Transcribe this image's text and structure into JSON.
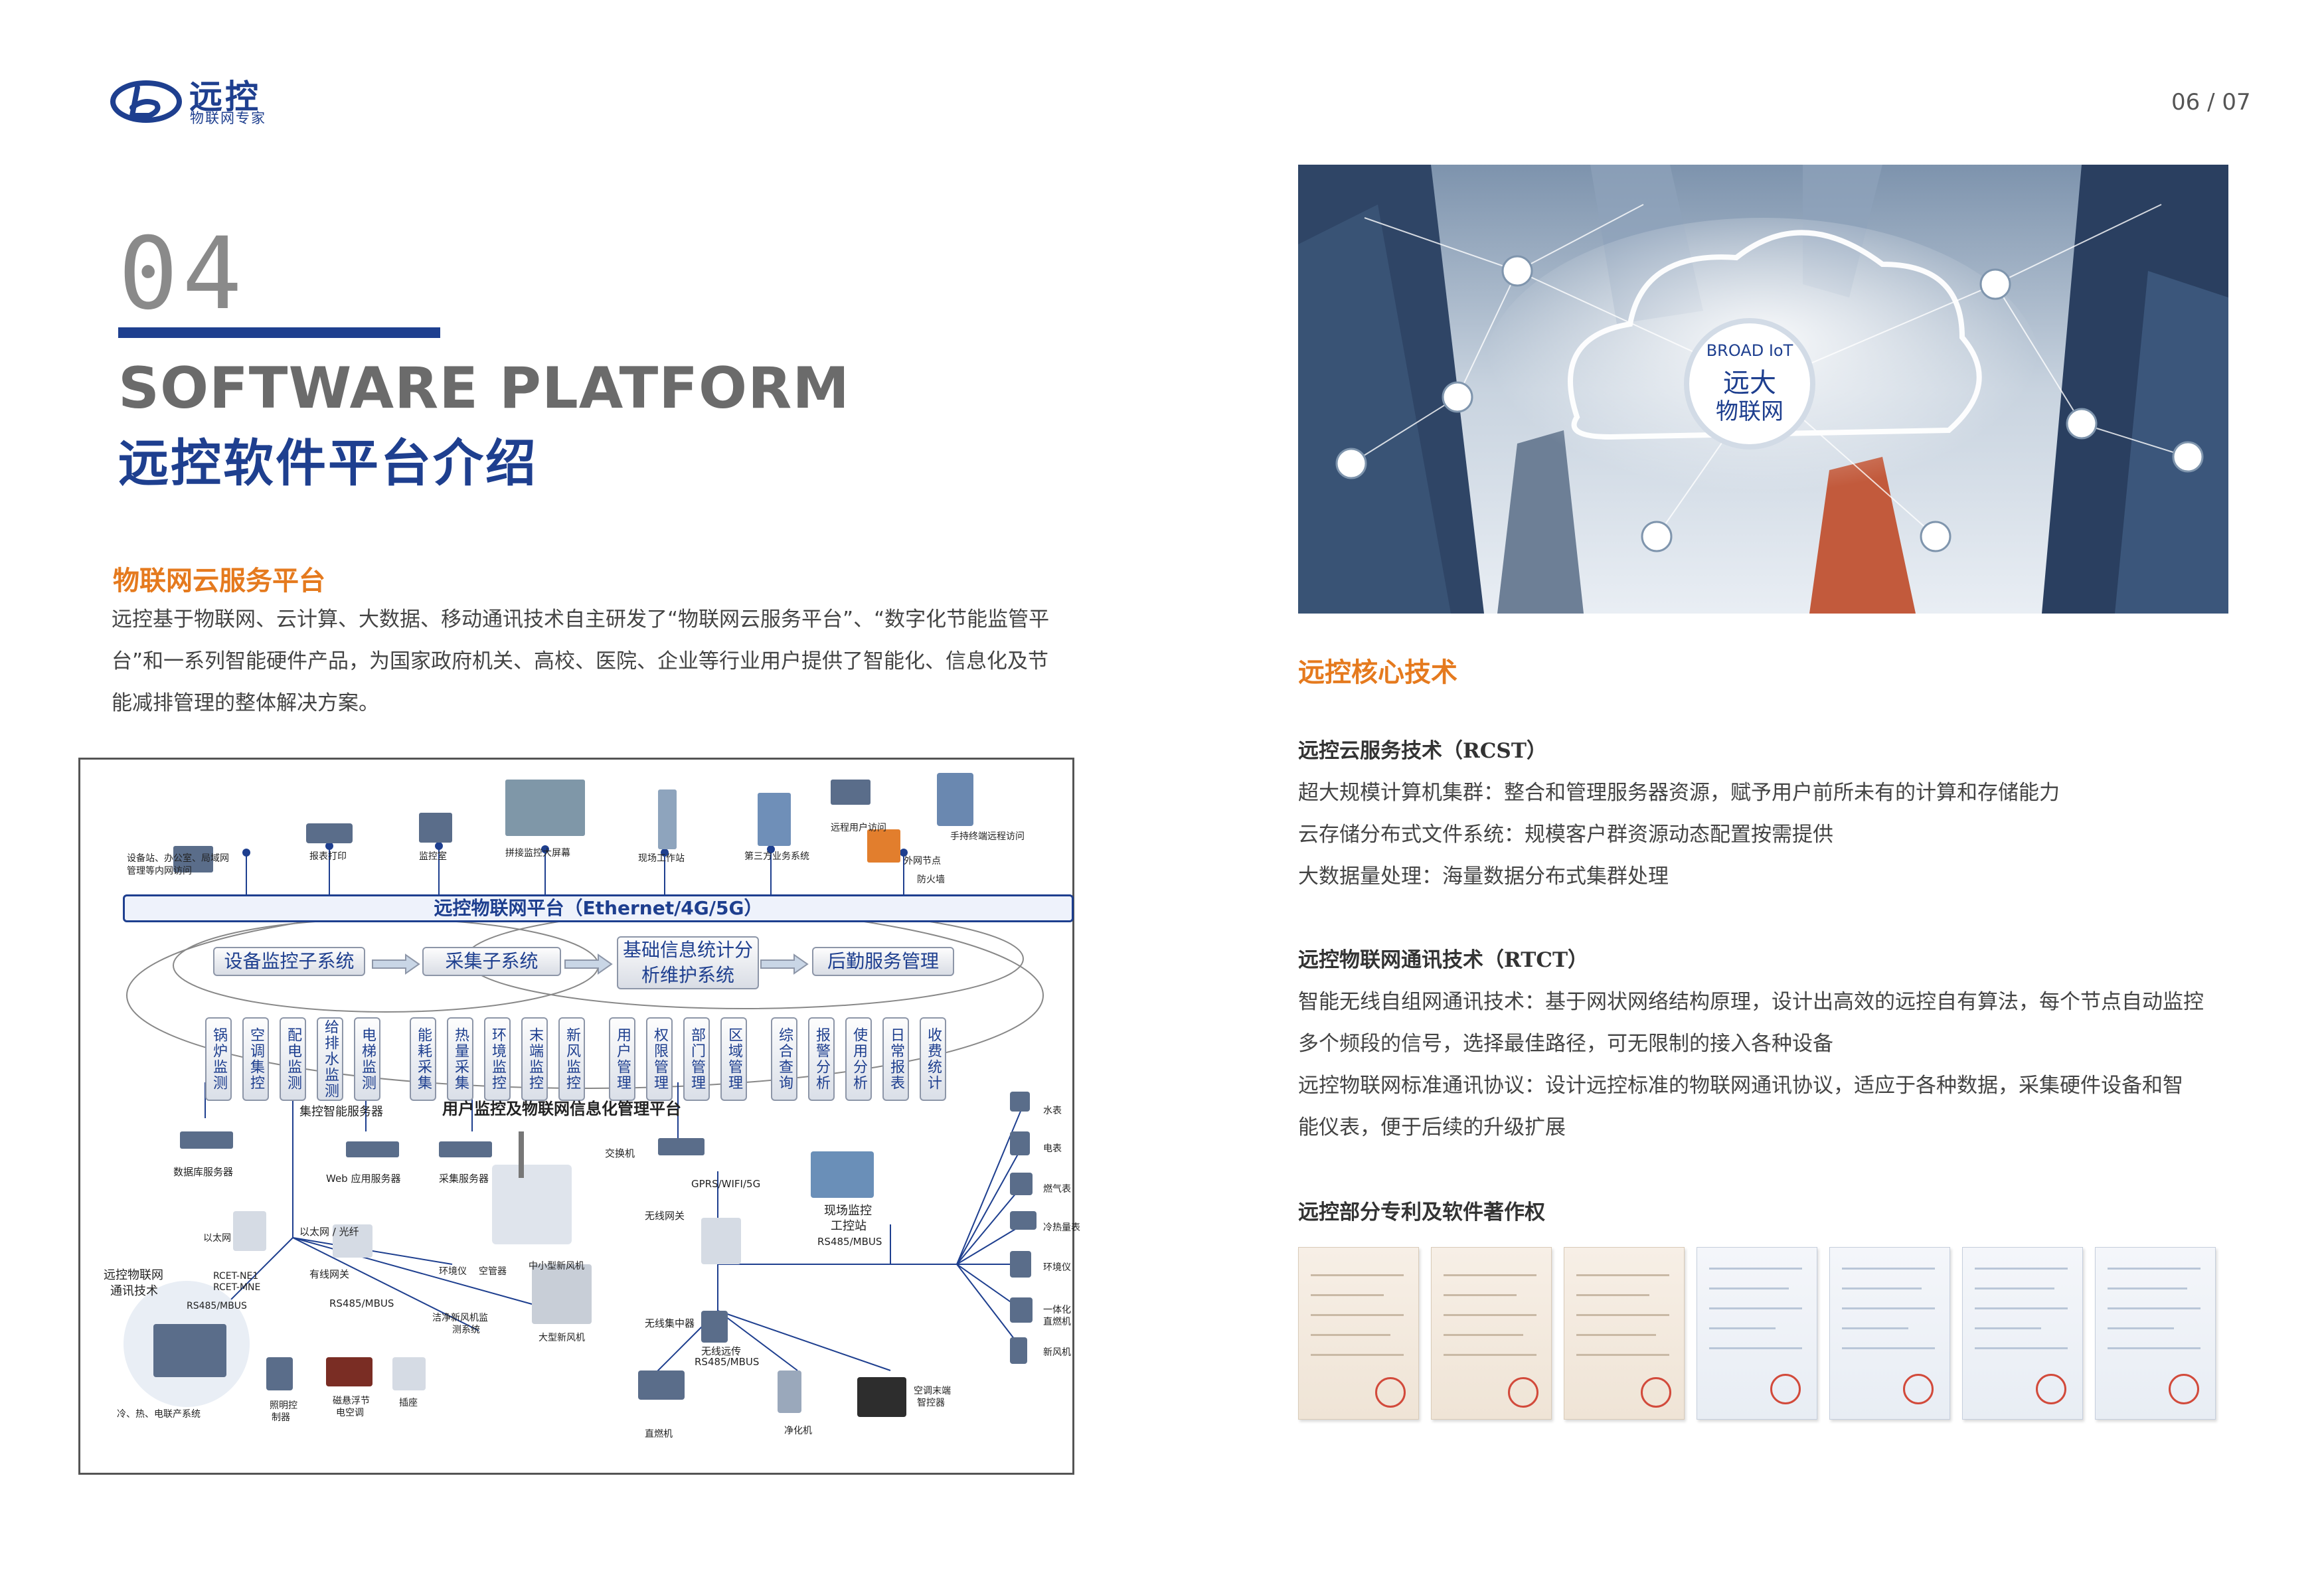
{
  "header": {
    "brand_name": "远控",
    "brand_sub": "物联网专家",
    "page_number": "06 / 07"
  },
  "section": {
    "number": "04",
    "title_en": "SOFTWARE PLATFORM",
    "title_cn": "远控软件平台介绍"
  },
  "intro": {
    "heading": "物联网云服务平台",
    "body": "远控基于物联网、云计算、大数据、移动通讯技术自主研发了“物联网云服务平台”、“数字化节能监管平台”和一系列智能硬件产品，为国家政府机关、高校、医院、企业等行业用户提供了智能化、信息化及节能减排管理的整体解决方案。"
  },
  "diagram": {
    "top_devices": [
      "设备站、办公室、局域网",
      "管理等内网访问",
      "报表打印",
      "监控室",
      "拼接监控大屏幕",
      "现场工作站",
      "第三方业务系统",
      "远程用户访问",
      "手持终端远程访问",
      "外网节点",
      "防火墙"
    ],
    "platform_bar": "远控物联网平台（Ethernet/4G/5G）",
    "subsystems": [
      "设备监控子系统",
      "采集子系统",
      "基础信息统计分析维护系统",
      "后勤服务管理"
    ],
    "modules": [
      "锅炉监测",
      "空调集控",
      "配电监测",
      "给排水监测",
      "电梯监测",
      "能耗采集",
      "热量采集",
      "环境监控",
      "末端监控",
      "新风监控",
      "用户管理",
      "权限管理",
      "部门管理",
      "区域管理",
      "综合查询",
      "报警分析",
      "使用分析",
      "日常报表",
      "收费统计"
    ],
    "cloud_caption": "集控智能服务器",
    "platform_caption": "用户监控及物联网信息化管理平台",
    "servers": [
      "数据库服务器",
      "Web 应用服务器",
      "采集服务器",
      "交换机"
    ],
    "network": {
      "gprs": "GPRS/WIFI/5G",
      "wireless_gateway": "无线网关",
      "site_station": "现场监控",
      "site_station2": "工控站",
      "rs485_1": "RS485/MBUS",
      "ethernet_fiber": "以太网 / 光纤",
      "wired_gateway": "有线网关",
      "rs485_2": "RS485/MBUS",
      "ethernet": "以太网",
      "rcet1": "RCET-NE1",
      "rcet2": "RCET-MNE",
      "rs485_3": "RS485/MBUS",
      "wireless_hub": "无线集中器",
      "wireless_relay": "无线远传",
      "rs485_4": "RS485/MBUS"
    },
    "left_tech": [
      "远控物联网",
      "通讯技术"
    ],
    "left_tech_caption": "冷、热、电联产系统",
    "field_devices": [
      "环境仪",
      "空管器",
      "中小型新风机",
      "洁净新风机监",
      "测系统",
      "大型新风机",
      "照明控",
      "制器",
      "磁悬浮节",
      "电空调",
      "插座",
      "直燃机",
      "净化机",
      "空调末端",
      "智控器"
    ],
    "meters": [
      "水表",
      "电表",
      "燃气表",
      "冷热量表",
      "环境仪",
      "一体化",
      "直燃机",
      "新风机"
    ]
  },
  "hero": {
    "badge_top": "BROAD IoT",
    "badge_line1": "远大",
    "badge_line2": "物联网"
  },
  "core": {
    "heading": "远控核心技术",
    "rcst_title": "远控云服务技术（RCST）",
    "rcst_lines": [
      "超大规模计算机集群：整合和管理服务器资源，赋予用户前所未有的计算和存储能力",
      "云存储分布式文件系统：规模客户群资源动态配置按需提供",
      "大数据量处理：海量数据分布式集群处理"
    ],
    "rtct_title": "远控物联网通讯技术（RTCT）",
    "rtct_lines": [
      "智能无线自组网通讯技术：基于网状网络结构原理，设计出高效的远控自有算法，每个节点自动监控",
      "多个频段的信号，选择最佳路径，可无限制的接入各种设备",
      "远控物联网标准通讯协议：设计远控标准的物联网通讯协议，适应于各种数据，采集硬件设备和智",
      "能仪表，便于后续的升级扩展"
    ],
    "patent_title": "远控部分专利及软件著作权"
  },
  "colors": {
    "brand_blue": "#1e3f8f",
    "accent_orange": "#e57a1e",
    "title_grey": "#6b6b6b"
  }
}
